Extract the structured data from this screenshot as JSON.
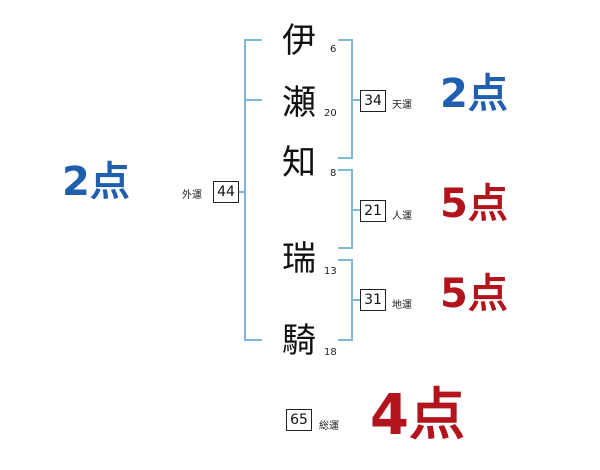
{
  "name_chars": [
    {
      "char": "伊",
      "strokes": "6"
    },
    {
      "char": "瀬",
      "strokes": "20"
    },
    {
      "char": "知",
      "strokes": "8"
    },
    {
      "char": "瑞",
      "strokes": "13"
    },
    {
      "char": "騎",
      "strokes": "18"
    }
  ],
  "gaiun": {
    "label": "外運",
    "value": "44",
    "score": "2点",
    "color": "#1f5fae"
  },
  "tenun": {
    "label": "天運",
    "value": "34",
    "score": "2点",
    "color": "#1f5fae"
  },
  "jinun": {
    "label": "人運",
    "value": "21",
    "score": "5点",
    "color": "#b3141c"
  },
  "chiun": {
    "label": "地運",
    "value": "31",
    "score": "5点",
    "color": "#b3141c"
  },
  "souun": {
    "label": "総運",
    "value": "65",
    "score": "4点",
    "color": "#b3141c"
  },
  "bracket_color": "#7fb8d9"
}
